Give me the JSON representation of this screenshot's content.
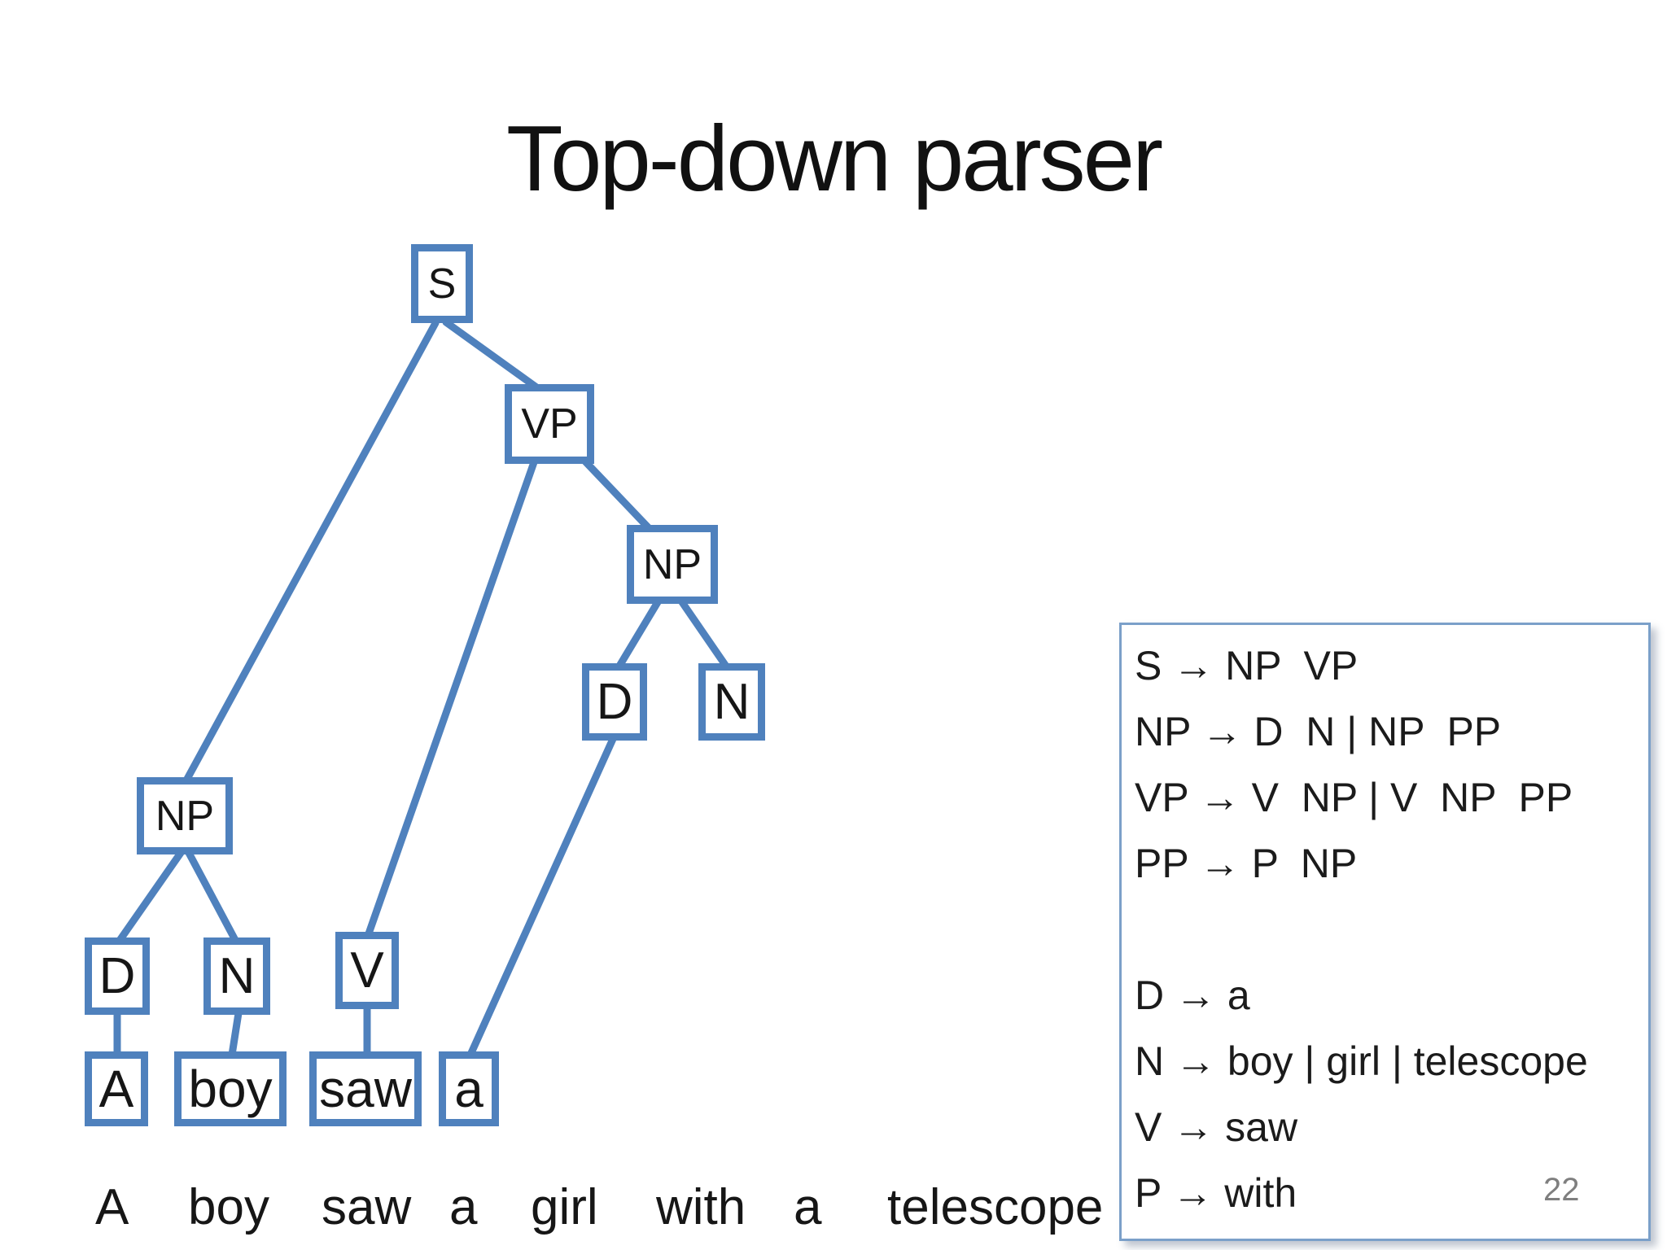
{
  "slide": {
    "title": "Top-down parser",
    "page_number": "22"
  },
  "tree": {
    "nodes": {
      "s": "S",
      "vp": "VP",
      "np_upper": "NP",
      "d_upper": "D",
      "n_upper": "N",
      "np_lower": "NP",
      "d_lower": "D",
      "n_lower": "N",
      "v": "V"
    },
    "leaves": {
      "a_cap": "A",
      "boy": "boy",
      "saw": "saw",
      "a": "a"
    }
  },
  "sentence": {
    "words": [
      "A",
      "boy",
      "saw",
      "a",
      "girl",
      "with",
      "a",
      "telescope"
    ]
  },
  "grammar": {
    "rules": [
      "S → NP  VP",
      "NP → D  N | NP  PP",
      "VP → V  NP | V  NP  PP",
      "PP → P  NP",
      "",
      "D → a",
      "N → boy | girl | telescope",
      "V → saw",
      "P → with"
    ]
  },
  "theme": {
    "node_border_color": "#4f81bd",
    "edge_color": "#4f81bd",
    "grammar_border_color": "#7ba0c9",
    "text_color": "#1b1b1b",
    "page_number_color": "#7f7f7f",
    "background": "#ffffff"
  }
}
